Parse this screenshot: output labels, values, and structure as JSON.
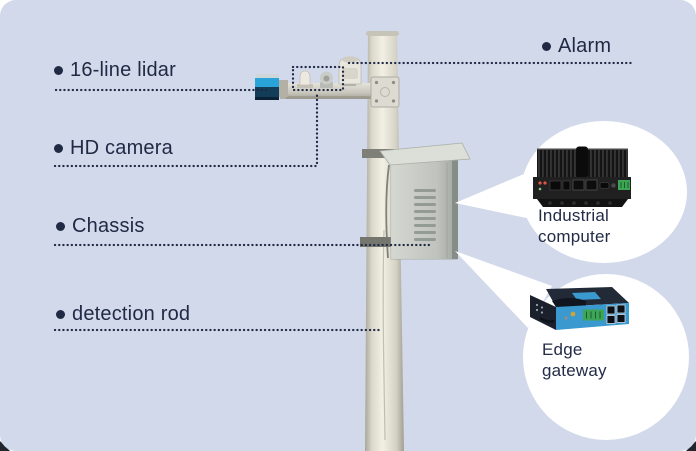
{
  "card": {
    "background": "#d2d9ea",
    "text_color": "#202a45",
    "line_color": "#202a45",
    "callout_bg": "#ffffff"
  },
  "labels": {
    "lidar": "16-line lidar",
    "hd_camera": "HD camera",
    "chassis": "Chassis",
    "detection_rod": "detection rod",
    "alarm": "Alarm"
  },
  "callouts": {
    "industrial_computer": {
      "lines": [
        "Industrial",
        "computer"
      ]
    },
    "edge_gateway": {
      "lines": [
        "Edge",
        "gateway"
      ]
    }
  },
  "icons": {
    "bullet": "●"
  },
  "photo_colors": {
    "pole_light": "#f2efe4",
    "lidar_blue": "#2aa3d8",
    "lidar_dark": "#123c58",
    "chassis_gray": "#c6c9c3",
    "computer_black": "#181818",
    "gateway_navy": "#222a38",
    "gateway_blue": "#3a99cf",
    "gateway_green": "#3da556"
  }
}
